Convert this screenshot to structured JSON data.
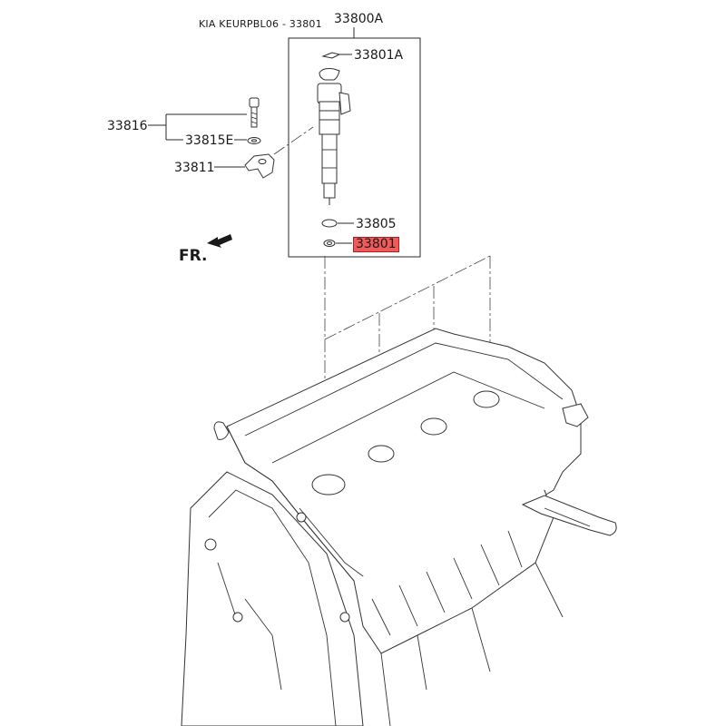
{
  "header": {
    "code": "KIA KEURPBL06 - 33801"
  },
  "assembly_label": "33800A",
  "parts": [
    {
      "id": "33801A",
      "label": "33801A",
      "highlighted": false
    },
    {
      "id": "33805",
      "label": "33805",
      "highlighted": false
    },
    {
      "id": "33801",
      "label": "33801",
      "highlighted": true
    },
    {
      "id": "33816",
      "label": "33816",
      "highlighted": false
    },
    {
      "id": "33815E",
      "label": "33815E",
      "highlighted": false
    },
    {
      "id": "33811",
      "label": "33811",
      "highlighted": false
    }
  ],
  "direction_label": "FR.",
  "colors": {
    "highlight": "#f05a5a",
    "line": "#2a2a2a"
  }
}
